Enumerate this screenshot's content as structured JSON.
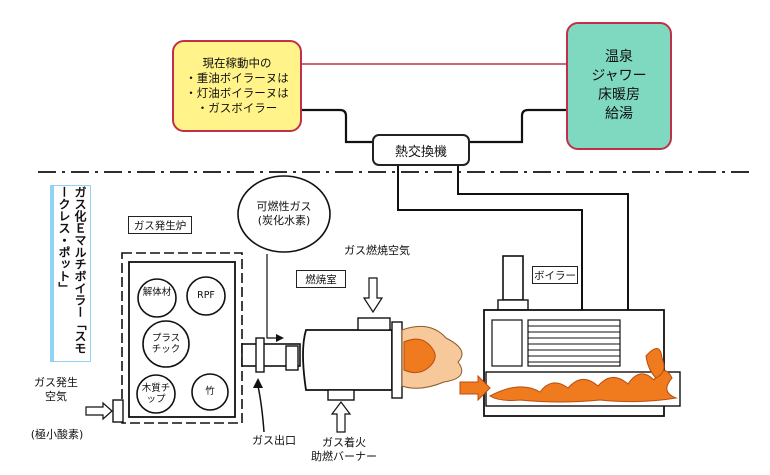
{
  "current_box": {
    "title": "現在稼動中の",
    "item1": "・重油ボイラーヌは",
    "item2": "・灯油ボイラーヌは",
    "item3": "・ガスボイラー"
  },
  "uses_box": {
    "line1": "温泉",
    "line2": "ジャワー",
    "line3": "床暖房",
    "line4": "給湯"
  },
  "heat_exchanger_label": "熱交換機",
  "vertical_title": "ガス化Ｅマルチボイラー「スモークレス・ポット」",
  "gas_furnace": {
    "label": "ガス発生炉",
    "circle1": "解体材",
    "circle2": "RPF",
    "circle3": "プラスチック",
    "circle4": "木質チップ",
    "circle5": "竹"
  },
  "combustible_gas": {
    "line1": "可燃性ガス",
    "line2": "(炭化水素)"
  },
  "combustion_chamber_label": "燃焼室",
  "combustion_air_label": "ガス燃焼空気",
  "boiler_label": "ボイラー",
  "gas_gen_air": {
    "line1": "ガス発生",
    "line2": "空気",
    "line3": "(極小酸素)"
  },
  "gas_outlet_label": "ガス出口",
  "ignition": {
    "line1": "ガス着火",
    "line2": "助燃バーナー"
  },
  "colors": {
    "yellow_box": "#fff38a",
    "teal_box": "#7fd9c0",
    "red_line": "#c0304a",
    "flame_orange": "#f07a1e",
    "flame_pale": "#f6c89a",
    "title_border": "#8fd3f5"
  }
}
